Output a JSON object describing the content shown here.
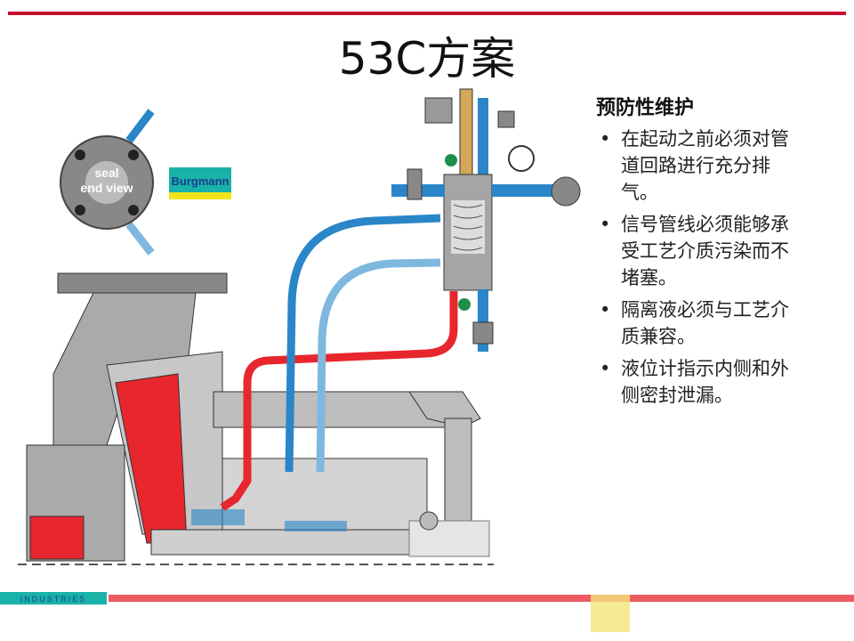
{
  "slide": {
    "title": "53C方案"
  },
  "diagram": {
    "end_view_label_line1": "seal",
    "end_view_label_line2": "end view",
    "brand": "Burgmann",
    "footer_brand": "INDUSTRIES"
  },
  "notes": {
    "heading": "预防性维护",
    "items": [
      "在起动之前必须对管道回路进行充分排气。",
      "信号管线必须能够承受工艺介质污染而不堵塞。",
      "隔离液必须与工艺介质兼容。",
      "液位计指示内侧和外侧密封泄漏。"
    ]
  },
  "colors": {
    "title_rule": "#c8102e",
    "process_line": "#e8262e",
    "barrier_line_dark": "#2a86c8",
    "barrier_line_light": "#7fb8df"
  }
}
